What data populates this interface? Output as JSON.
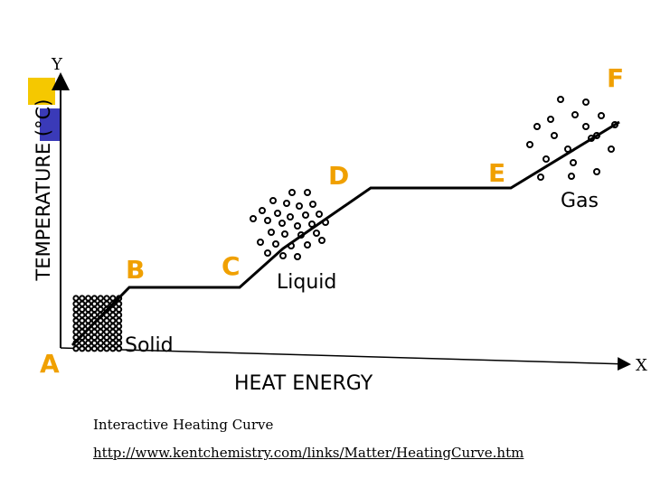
{
  "axes": {
    "y_letter": "Y",
    "x_letter": "X",
    "y_label": "TEMPERATURE (°C)",
    "x_label": "HEAT ENERGY"
  },
  "points": {
    "a": "A",
    "b": "B",
    "c": "C",
    "d": "D",
    "e": "E",
    "f": "F"
  },
  "phases": {
    "solid": "Solid",
    "liquid": "Liquid",
    "gas": "Gas"
  },
  "footer": {
    "title": "Interactive Heating Curve",
    "url": "http://www.kentchemistry.com/links/Matter/HeatingCurve.htm"
  },
  "colors": {
    "point_label": "#f0a000",
    "accent_yellow": "#f5c800",
    "accent_blue": "#3a3ab8",
    "line": "#000000"
  }
}
